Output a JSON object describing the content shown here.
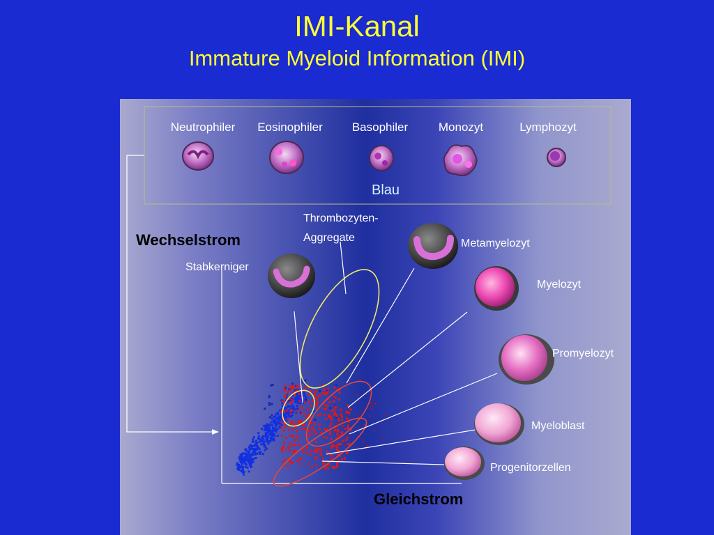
{
  "title": "IMI-Kanal",
  "subtitle": "Immature Myeloid Information (IMI)",
  "legend_box": {
    "cells": [
      "Neutrophiler",
      "Eosinophiler",
      "Basophiler",
      "Monozyt",
      "Lymphozyt"
    ],
    "channel_label": "Blau"
  },
  "axes": {
    "y_label": "Wechselstrom",
    "x_label": "Gleichstrom"
  },
  "cell_labels": {
    "thrombo_line1": "Thrombozyten-",
    "thrombo_line2": "Aggregate",
    "stabkerniger": "Stabkerniger",
    "metamyelozyt": "Metamyelozyt",
    "myelozyt": "Myelozyt",
    "promyelozyt": "Promyelozyt",
    "myeloblast": "Myeloblast",
    "progenitor": "Progenitorzellen"
  },
  "colors": {
    "background": "#1a2bd1",
    "title": "#ffff33",
    "gate_yellow": "#f0e86a",
    "gate_red": "#e0483c",
    "scatter_blue": "#1030e0",
    "scatter_red": "#e01818"
  }
}
